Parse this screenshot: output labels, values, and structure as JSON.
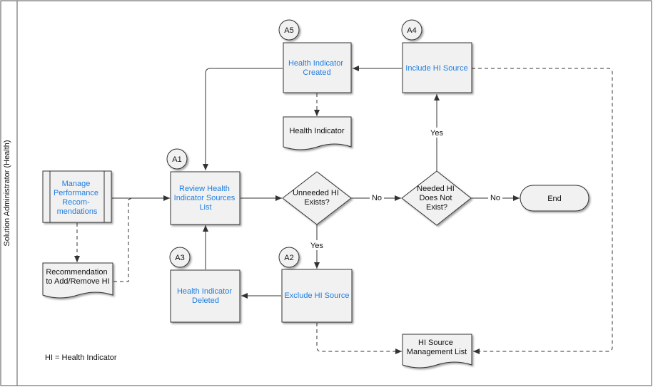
{
  "lane": {
    "label": "Solution Administrator (Health)"
  },
  "legend": "HI = Health Indicator",
  "colors": {
    "link_text": "#1f7ee0",
    "box_fill": "#f1f1f1",
    "stroke": "#333333"
  },
  "nodes": {
    "manage": {
      "lines": [
        "Manage",
        "Performance",
        "Recom-",
        "mendations"
      ],
      "is_link": true
    },
    "recommendation": {
      "lines": [
        "Recommendation",
        "to Add/Remove HI"
      ],
      "is_link": false
    },
    "review": {
      "lines": [
        "Review Health",
        "Indicator Sources",
        "List"
      ],
      "is_link": true,
      "step": "A1"
    },
    "deleted": {
      "lines": [
        "Health Indicator",
        "Deleted"
      ],
      "is_link": true,
      "step": "A3"
    },
    "created": {
      "lines": [
        "Health Indicator",
        "Created"
      ],
      "is_link": true,
      "step": "A5"
    },
    "health_indicator": {
      "lines": [
        "Health Indicator"
      ],
      "is_link": false
    },
    "exclude": {
      "lines": [
        "Exclude HI Source"
      ],
      "is_link": true,
      "step": "A2"
    },
    "include": {
      "lines": [
        "Include HI Source"
      ],
      "is_link": true,
      "step": "A4"
    },
    "unneeded": {
      "lines": [
        "Unneeded HI",
        "Exists?"
      ],
      "is_link": false
    },
    "needed": {
      "lines": [
        "Needed HI",
        "Does Not",
        "Exist?"
      ],
      "is_link": false
    },
    "source_list": {
      "lines": [
        "HI Source",
        "Management List"
      ],
      "is_link": false
    },
    "end": {
      "lines": [
        "End"
      ],
      "is_link": false
    }
  },
  "edge_labels": {
    "no1": "No",
    "no2": "No",
    "yes1": "Yes",
    "yes2": "Yes"
  }
}
